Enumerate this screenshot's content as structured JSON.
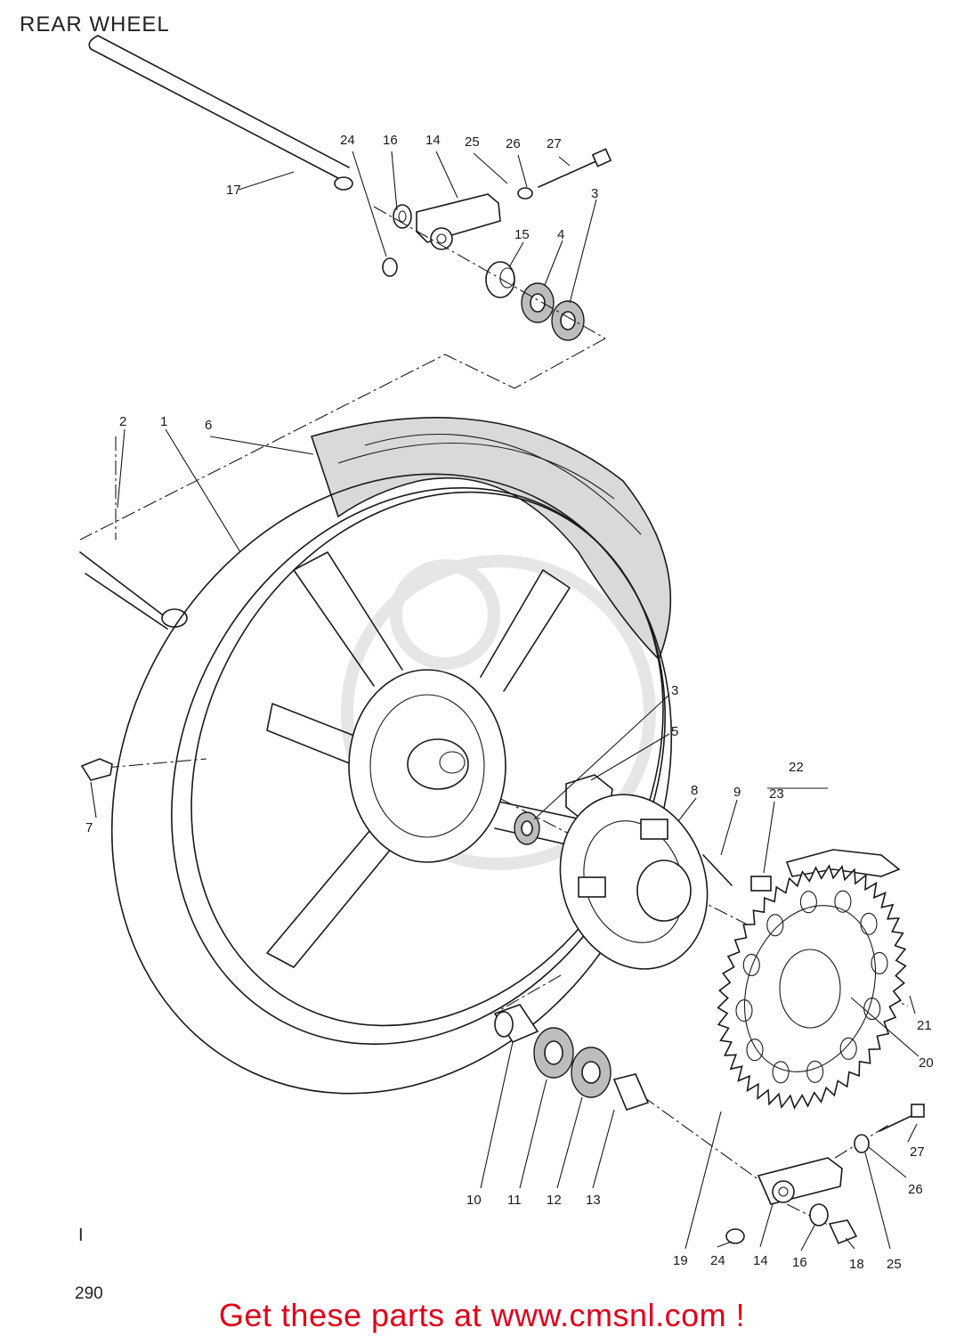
{
  "title": "REAR WHEEL",
  "page_number": "290",
  "margin_mark": "I",
  "footer": "Get these parts at www.cmsnl.com !",
  "footer_color": "#e2001a",
  "callout_labels": [
    "1",
    "2",
    "3",
    "4",
    "5",
    "6",
    "7",
    "8",
    "9",
    "10",
    "11",
    "12",
    "13",
    "14",
    "15",
    "16",
    "17",
    "18",
    "19",
    "20",
    "21",
    "22",
    "23",
    "24",
    "25",
    "26",
    "27"
  ]
}
